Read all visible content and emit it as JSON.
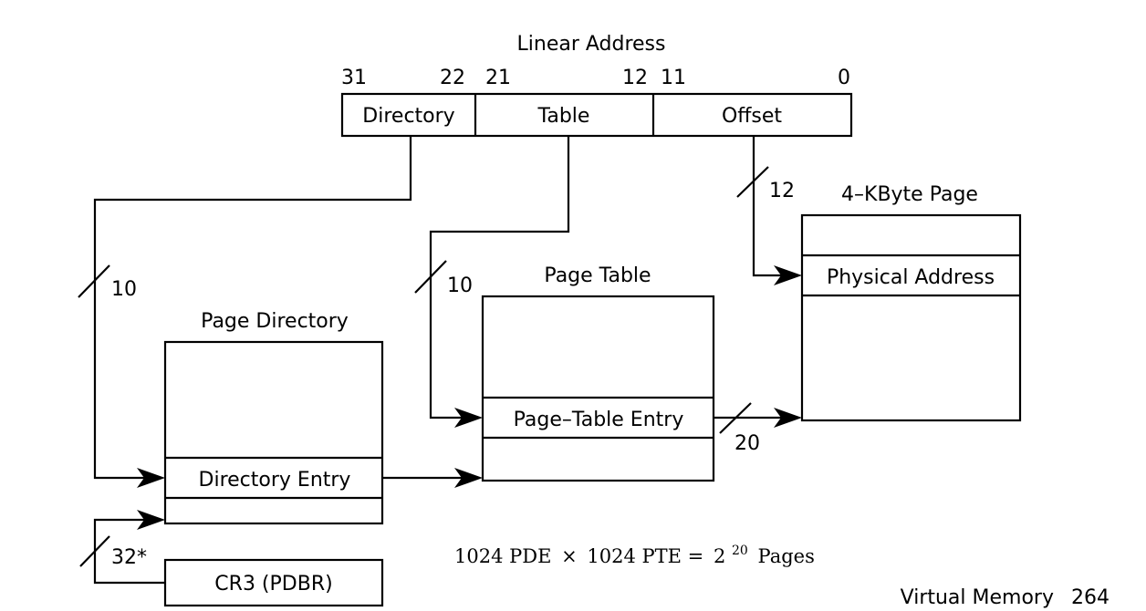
{
  "linear_address": {
    "title": "Linear Address",
    "bits": {
      "b31": "31",
      "b22": "22",
      "b21": "21",
      "b12": "12",
      "b11": "11",
      "b0": "0"
    },
    "fields": {
      "directory": "Directory",
      "table": "Table",
      "offset": "Offset"
    }
  },
  "page_directory": {
    "title": "Page Directory",
    "entry": "Directory Entry"
  },
  "page_table": {
    "title": "Page Table",
    "entry": "Page–Table Entry"
  },
  "page": {
    "title": "4–KByte Page",
    "entry": "Physical Address"
  },
  "cr3": {
    "label": "CR3 (PDBR)"
  },
  "widths": {
    "directory": "10",
    "table": "10",
    "offset": "12",
    "page_frame": "20",
    "cr3": "32*"
  },
  "formula": {
    "pde": "1024 PDE",
    "times": "×",
    "pte": "1024 PTE =",
    "base": "2",
    "exponent": "20",
    "pages": "Pages"
  },
  "footer": {
    "section": "Virtual Memory",
    "page_number": "264"
  }
}
